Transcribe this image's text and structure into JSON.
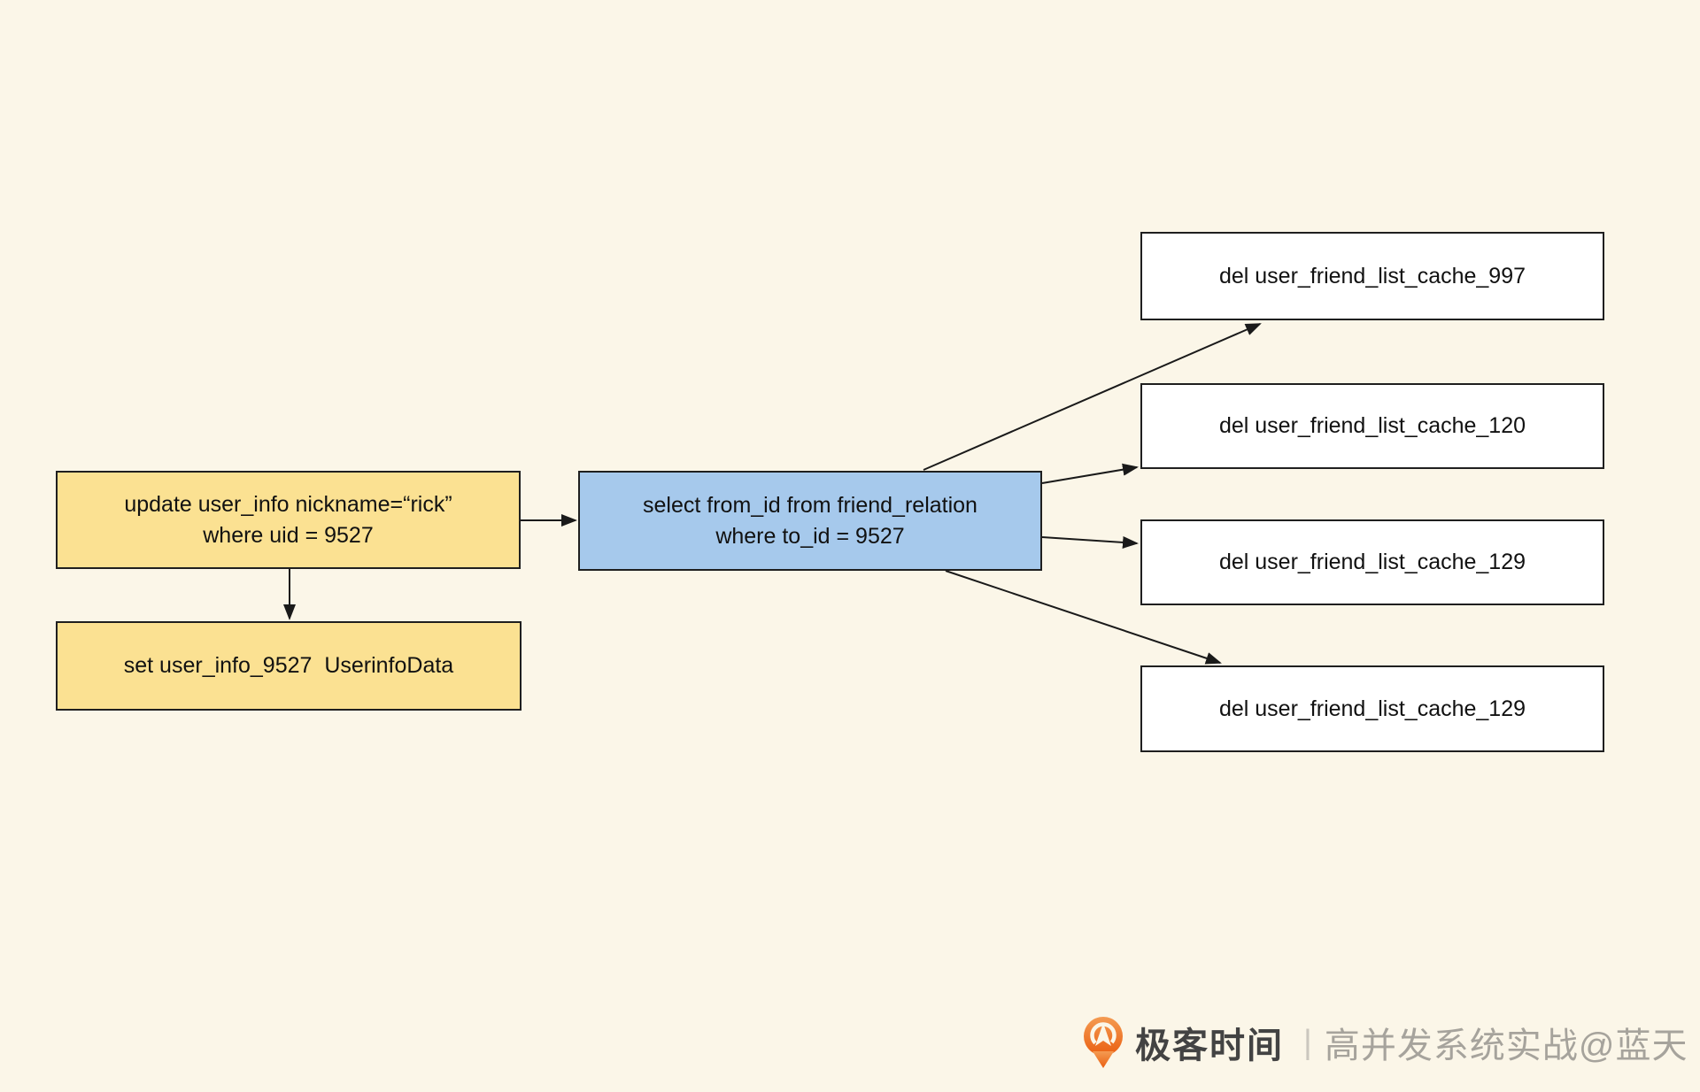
{
  "diagram": {
    "type": "flowchart",
    "nodes": {
      "update_user_info": {
        "lines": [
          "update user_info nickname=“rick”",
          "where uid = 9527"
        ],
        "style": "yellow"
      },
      "set_user_info_cache": {
        "lines": [
          "set user_info_9527  UserinfoData"
        ],
        "style": "yellow"
      },
      "select_friend_relation": {
        "lines": [
          "select from_id from friend_relation",
          "where to_id = 9527"
        ],
        "style": "blue"
      },
      "del_cache_997": {
        "lines": [
          "del user_friend_list_cache_997"
        ],
        "style": "white"
      },
      "del_cache_120": {
        "lines": [
          "del user_friend_list_cache_120"
        ],
        "style": "white"
      },
      "del_cache_129_a": {
        "lines": [
          "del user_friend_list_cache_129"
        ],
        "style": "white"
      },
      "del_cache_129_b": {
        "lines": [
          "del user_friend_list_cache_129"
        ],
        "style": "white"
      }
    },
    "edges": [
      {
        "from": "update_user_info",
        "to": "select_friend_relation"
      },
      {
        "from": "update_user_info",
        "to": "set_user_info_cache"
      },
      {
        "from": "select_friend_relation",
        "to": "del_cache_997"
      },
      {
        "from": "select_friend_relation",
        "to": "del_cache_120"
      },
      {
        "from": "select_friend_relation",
        "to": "del_cache_129_a"
      },
      {
        "from": "select_friend_relation",
        "to": "del_cache_129_b"
      }
    ]
  },
  "footer": {
    "logo_icon": "geektime-pin-icon",
    "brand_name": "极客时间",
    "divider": "|",
    "watermark": "高并发系统实战@蓝天"
  },
  "colors": {
    "background": "#FBF6E8",
    "yellow_fill": "#FBE192",
    "blue_fill": "#A6C9EC",
    "white_fill": "#FFFFFF",
    "border": "#1F1F1F",
    "arrow": "#1A1A1A",
    "logo_orange": "#EC6F1F",
    "brand_text": "#434343",
    "watermark_text": "#A6A39C"
  }
}
